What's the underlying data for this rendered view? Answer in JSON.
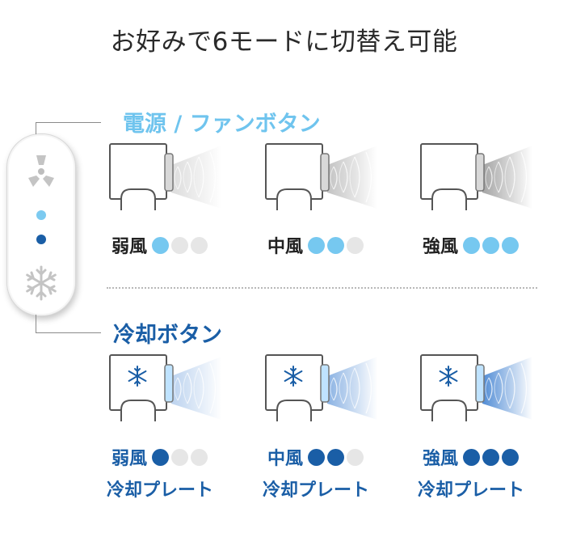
{
  "title": "お好みで6モードに切替え可能",
  "labels": {
    "power_fan": "電源 / ファンボタン",
    "cool": "冷却ボタン"
  },
  "icons": {
    "fan_button": "fan-icon",
    "snow_button": "snowflake-icon",
    "indicator_light": "indicator-dot-light",
    "indicator_dark": "indicator-dot-dark"
  },
  "colors": {
    "light_blue": "#76c8f0",
    "dark_blue": "#1a5ea6",
    "off": "#e6e6e6"
  },
  "fan_modes": [
    {
      "label": "弱風",
      "level": 1
    },
    {
      "label": "中風",
      "level": 2
    },
    {
      "label": "強風",
      "level": 3
    }
  ],
  "cool_modes": [
    {
      "label": "弱風",
      "level": 1,
      "sub": "冷却プレート"
    },
    {
      "label": "中風",
      "level": 2,
      "sub": "冷却プレート"
    },
    {
      "label": "強風",
      "level": 3,
      "sub": "冷却プレート"
    }
  ]
}
